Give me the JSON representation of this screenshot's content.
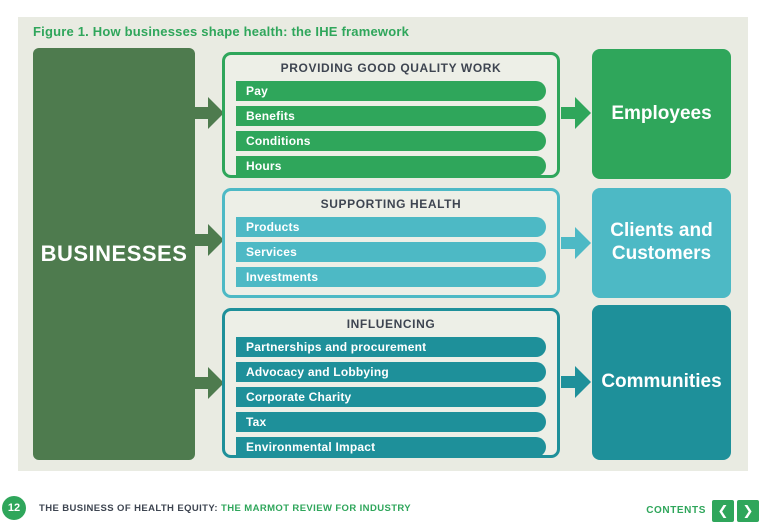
{
  "figure": {
    "title": "Figure 1. How businesses shape health: the IHE framework"
  },
  "source": {
    "label": "BUSINESSES"
  },
  "groups": [
    {
      "header": "PROVIDING GOOD QUALITY WORK",
      "items": [
        "Pay",
        "Benefits",
        "Conditions",
        "Hours"
      ],
      "target": "Employees",
      "color": "#2FA65B"
    },
    {
      "header": "SUPPORTING HEALTH",
      "items": [
        "Products",
        "Services",
        "Investments"
      ],
      "target": "Clients and Customers",
      "color": "#4DB9C5"
    },
    {
      "header": "INFLUENCING",
      "items": [
        "Partnerships and procurement",
        "Advocacy and Lobbying",
        "Corporate Charity",
        "Tax",
        "Environmental Impact"
      ],
      "target": "Communities",
      "color": "#1E909A"
    }
  ],
  "footer": {
    "page_number": "12",
    "title_dark": "THE BUSINESS OF HEALTH EQUITY:",
    "title_green": "THE MARMOT REVIEW FOR INDUSTRY",
    "contents_label": "CONTENTS",
    "icons": {
      "chevron_left": "❮",
      "chevron_right": "❯"
    }
  },
  "colors": {
    "panel_background": "#E9EBE2",
    "box_inner_background": "#EDEFE7",
    "dark_green": "#4E7B4E",
    "green": "#2FA65B",
    "light_teal": "#4DB9C5",
    "dark_teal": "#1E909A",
    "header_text": "#3E4551"
  }
}
